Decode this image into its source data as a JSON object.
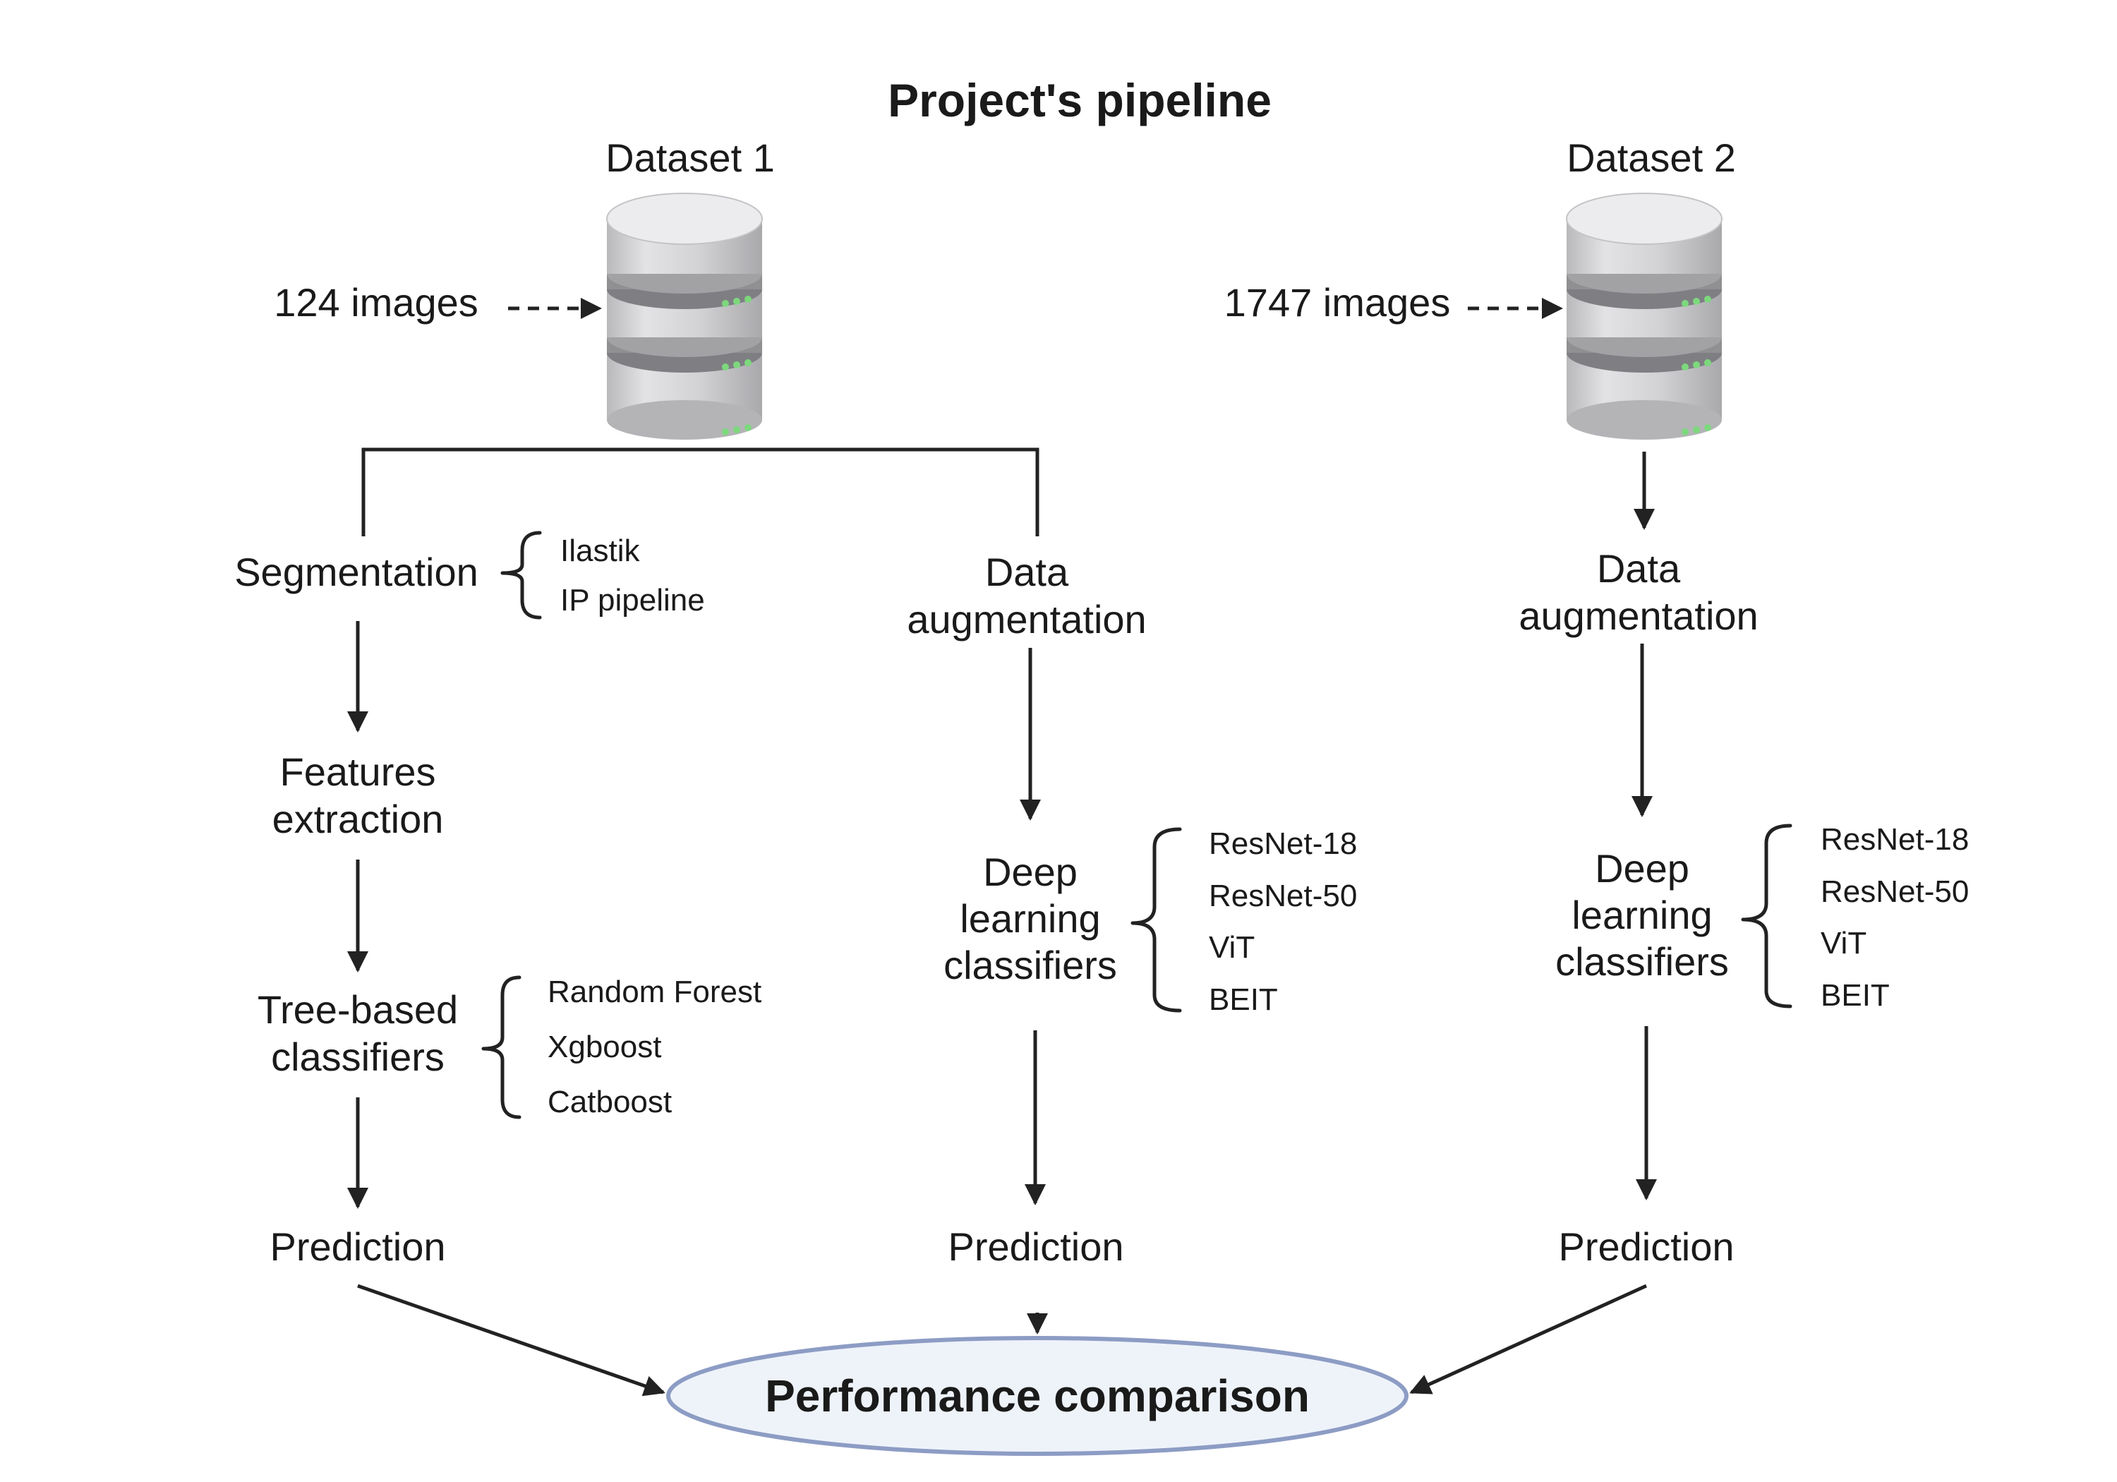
{
  "title": "Project's pipeline",
  "dataset1": {
    "label": "Dataset 1",
    "count": "124 images",
    "left_branch": {
      "step1": "Segmentation",
      "step1_tools": [
        "Ilastik",
        "IP pipeline"
      ],
      "step2": [
        "Features",
        "extraction"
      ],
      "step3": [
        "Tree-based",
        "classifiers"
      ],
      "step3_models": [
        "Random Forest",
        "Xgboost",
        "Catboost"
      ],
      "output": "Prediction"
    },
    "right_branch": {
      "step1": [
        "Data",
        "augmentation"
      ],
      "step2": [
        "Deep",
        "learning",
        "classifiers"
      ],
      "step2_models": [
        "ResNet-18",
        "ResNet-50",
        "ViT",
        "BEIT"
      ],
      "output": "Prediction"
    }
  },
  "dataset2": {
    "label": "Dataset 2",
    "count": "1747 images",
    "branch": {
      "step1": [
        "Data",
        "augmentation"
      ],
      "step2": [
        "Deep",
        "learning",
        "classifiers"
      ],
      "step2_models": [
        "ResNet-18",
        "ResNet-50",
        "ViT",
        "BEIT"
      ],
      "output": "Prediction"
    }
  },
  "final": "Performance comparison",
  "colors": {
    "ellipse_fill": "#eef3fa",
    "ellipse_stroke": "#8c9cc4",
    "db_body": "#cfcfd1",
    "db_band": "#8d8d90",
    "db_led": "#7dd87d"
  }
}
